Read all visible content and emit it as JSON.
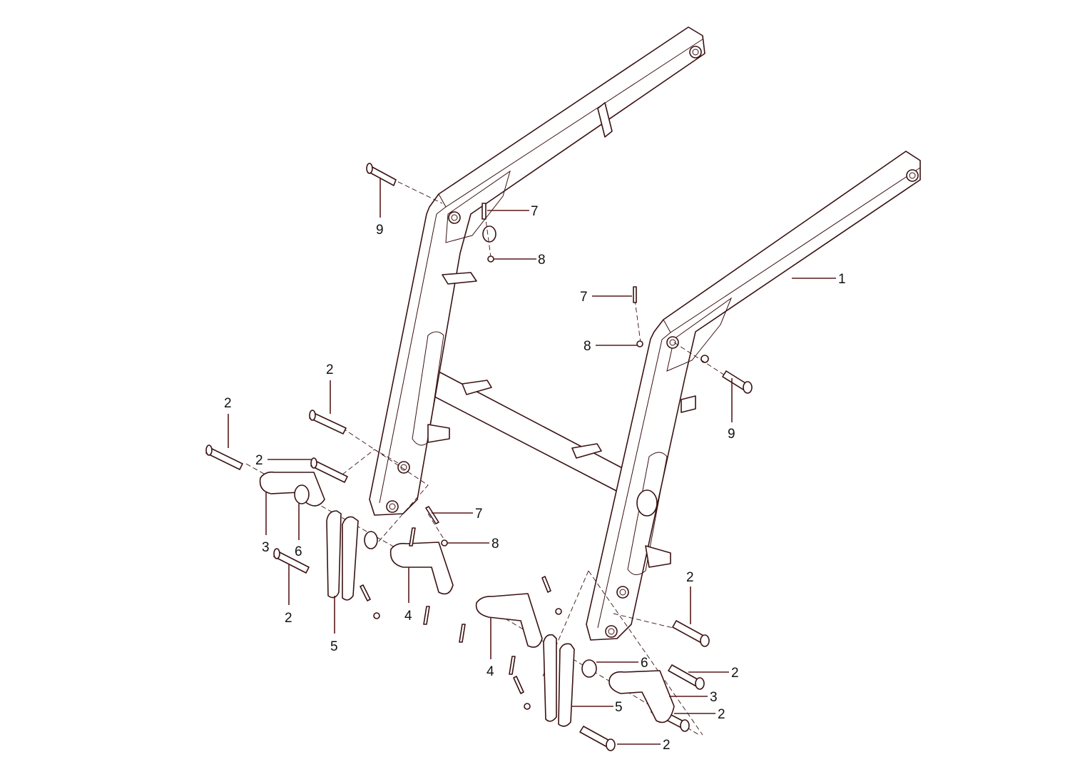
{
  "callouts": [
    {
      "label": "7"
    },
    {
      "label": "8"
    },
    {
      "label": "9"
    },
    {
      "label": "1"
    },
    {
      "label": "7"
    },
    {
      "label": "8"
    },
    {
      "label": "9"
    },
    {
      "label": "2"
    },
    {
      "label": "2"
    },
    {
      "label": "2"
    },
    {
      "label": "3"
    },
    {
      "label": "6"
    },
    {
      "label": "7"
    },
    {
      "label": "8"
    },
    {
      "label": "2"
    },
    {
      "label": "5"
    },
    {
      "label": "4"
    },
    {
      "label": "4"
    },
    {
      "label": "2"
    },
    {
      "label": "6"
    },
    {
      "label": "2"
    },
    {
      "label": "3"
    },
    {
      "label": "5"
    },
    {
      "label": "2"
    },
    {
      "label": "2"
    }
  ],
  "colors": {
    "line": "#3a1212",
    "leader": "#5a1a1a"
  }
}
